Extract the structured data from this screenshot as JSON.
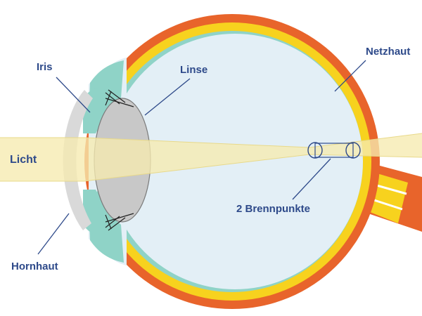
{
  "labels": {
    "iris": "Iris",
    "linse": "Linse",
    "netzhaut": "Netzhaut",
    "licht": "Licht",
    "brennpunkte": "2 Brennpunkte",
    "hornhaut": "Hornhaut"
  },
  "colors": {
    "sclera": "#e8642b",
    "retina": "#f7d21e",
    "choroid": "#8fd3c7",
    "vitreous": "#e3eff6",
    "cornea": "#d9d9d9",
    "lens": "#c8c8c8",
    "light_beam": "#f6ebb0",
    "label": "#2e4a8a"
  }
}
